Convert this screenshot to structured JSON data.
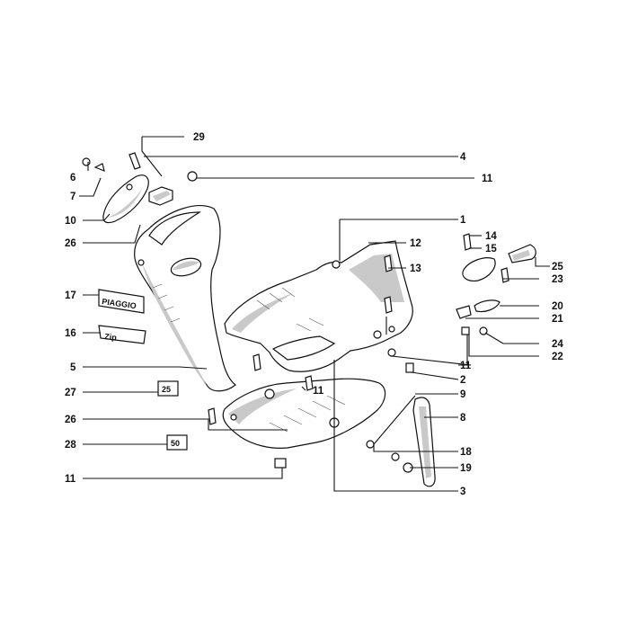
{
  "callouts": {
    "c1": "1",
    "c2": "2",
    "c3": "3",
    "c4": "4",
    "c5": "5",
    "c6": "6",
    "c7": "7",
    "c8": "8",
    "c9": "9",
    "c10": "10",
    "c11": "11",
    "c12": "12",
    "c13": "13",
    "c14": "14",
    "c15": "15",
    "c16": "16",
    "c17": "17",
    "c18": "18",
    "c19": "19",
    "c20": "20",
    "c21": "21",
    "c22": "22",
    "c23": "23",
    "c24": "24",
    "c25": "25",
    "c26": "26",
    "c27": "27",
    "c28": "28",
    "c29": "29"
  },
  "decals": {
    "d17": "PIAGGIO",
    "d16": "Zip",
    "d27": "25",
    "d28": "50"
  },
  "colors": {
    "line": "#111111",
    "shading": "#c9c9c9",
    "background": "#ffffff"
  }
}
